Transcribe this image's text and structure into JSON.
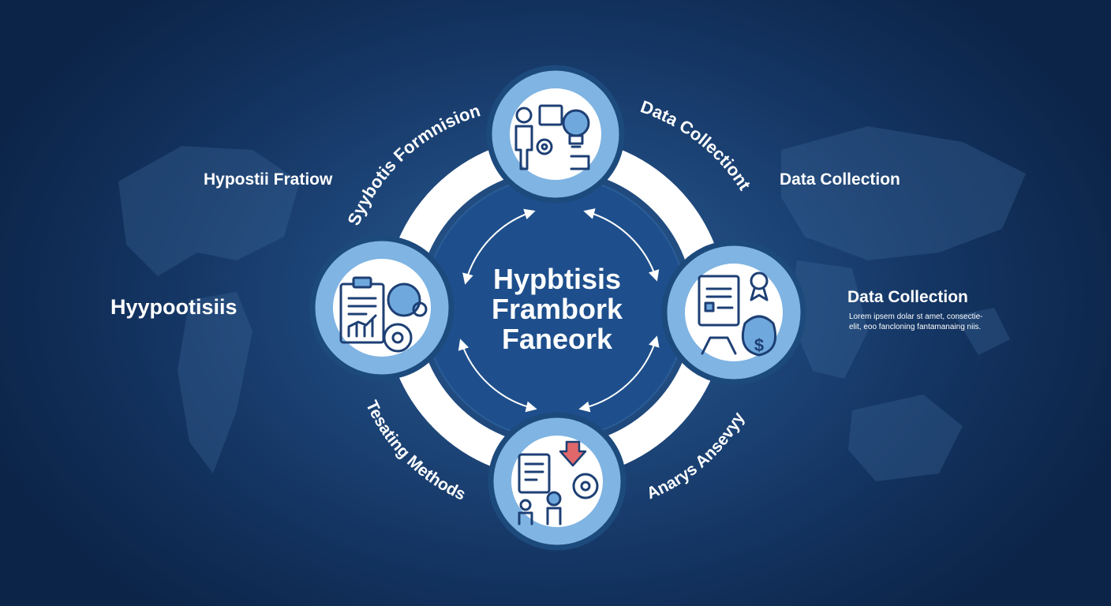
{
  "center": {
    "line1": "Hypbtisis",
    "line2": "Frambork",
    "line3": "Faneork"
  },
  "arc_labels": {
    "top_left": "Syybotis Formnision",
    "top_right": "Data Collectiont",
    "bottom_left": "Tesating Methods",
    "bottom_right": "Anarys Ansevyy"
  },
  "outer_labels": {
    "top_left": "Hypostii Fratiow",
    "left": "Hyypootisiis",
    "top_right": "Data Collection",
    "right_title": "Data Collection",
    "right_desc_line1": "Lorem ipsem dolar st amet, consectie-",
    "right_desc_line2": "elit, eoo fancloning fantamanaing niis."
  },
  "nodes": [
    {
      "position": "top",
      "icon": "person-lightbulb-gear-icon"
    },
    {
      "position": "left",
      "icon": "clipboard-chart-gear-icon"
    },
    {
      "position": "right",
      "icon": "document-award-money-bag-icon"
    },
    {
      "position": "bottom",
      "icon": "checklist-people-gear-icon"
    }
  ],
  "colors": {
    "background": "#1d4578",
    "node_fill": "#7fb4e3",
    "ring": "#ffffff",
    "icon_stroke": "#1d3f74",
    "accent_red": "#e0686b"
  }
}
